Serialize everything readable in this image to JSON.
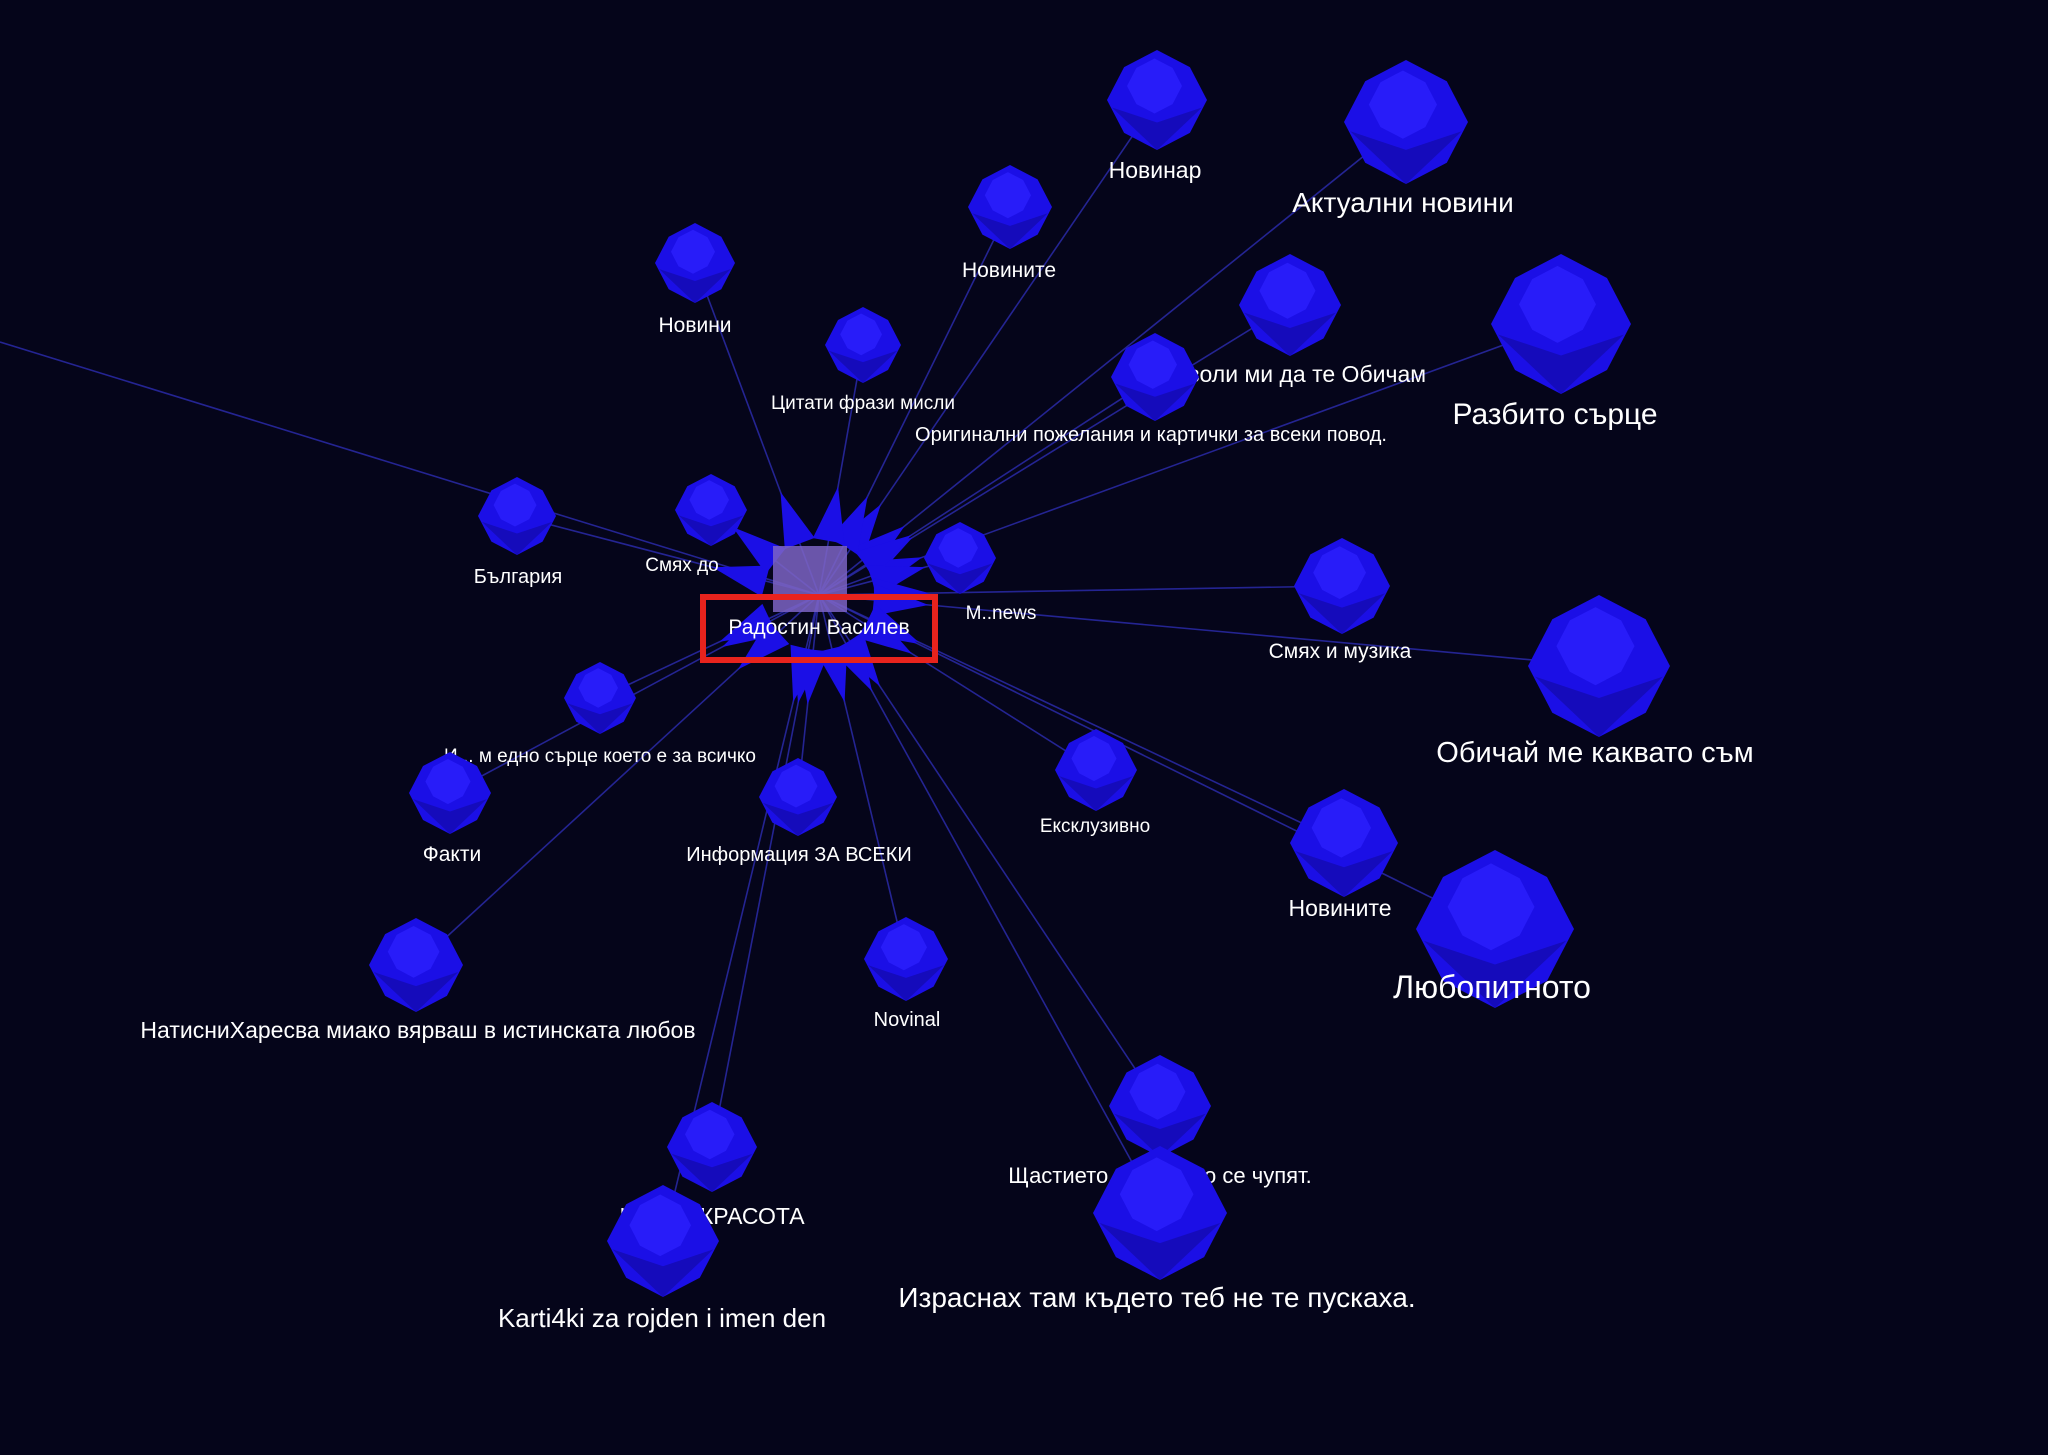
{
  "graph": {
    "center": {
      "label": "Радостин Василев",
      "highlight_color": "#e8231d"
    },
    "node_color": "#1b0fe6",
    "background_color": "#05051a",
    "nodes": [
      {
        "label": "Новинар"
      },
      {
        "label": "Актуални новини"
      },
      {
        "label": "Новините"
      },
      {
        "label": "Новини"
      },
      {
        "label": "Цитати фрази мисли"
      },
      {
        "label": "Позволи ми да те Обичам"
      },
      {
        "label": "Разбито сърце"
      },
      {
        "label": "Оригинални пожелания и картички за всеки повод."
      },
      {
        "label": "България"
      },
      {
        "label": "Смях до"
      },
      {
        "label": "M..news"
      },
      {
        "label": "Смях и музика"
      },
      {
        "label": "Обичай ме каквато съм"
      },
      {
        "label": "И... м едно сърце което е за всичко"
      },
      {
        "label": "Факти"
      },
      {
        "label": "Информация ЗА ВСЕКИ"
      },
      {
        "label": "Ексклузивно"
      },
      {
        "label": "Новините"
      },
      {
        "label": "Любопитното"
      },
      {
        "label": "НатисниХаресва миако вярваш в истинската любов"
      },
      {
        "label": "Novinal"
      },
      {
        "label": "НЕ... И КРАСОТА"
      },
      {
        "label": "Щастието и ч... есно се чупят."
      },
      {
        "label": "Karti4ki za rojden i imen den"
      },
      {
        "label": "Израснах там където теб не те пускаха."
      }
    ]
  }
}
